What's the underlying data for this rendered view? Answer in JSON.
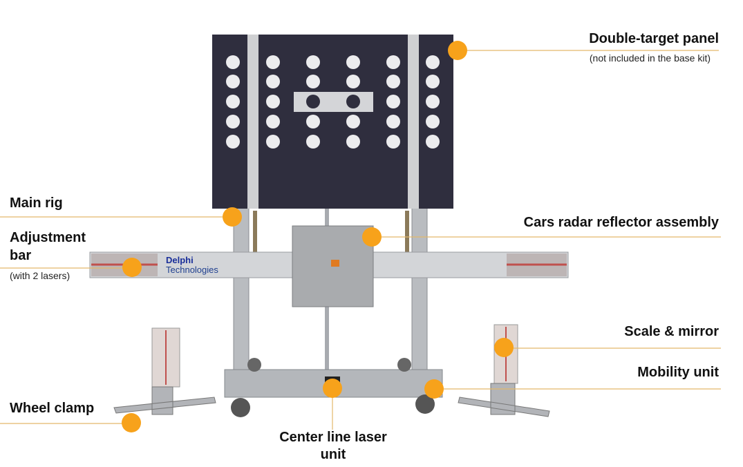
{
  "colors": {
    "callout_dot": "#f7a21b",
    "leader_line": "#e3b86a",
    "panel": "#2f2e3e"
  },
  "brand": {
    "line1": "Delphi",
    "line2": "Technologies"
  },
  "callouts": {
    "double_target_panel": {
      "title": "Double-target panel",
      "note": "(not included in the base kit)"
    },
    "main_rig": {
      "title": "Main rig"
    },
    "adjustment_bar": {
      "title_line1": "Adjustment",
      "title_line2": "bar",
      "note": "(with 2 lasers)"
    },
    "radar_reflector": {
      "title": "Cars radar reflector assembly"
    },
    "scale_mirror": {
      "title": "Scale & mirror"
    },
    "mobility_unit": {
      "title": "Mobility unit"
    },
    "wheel_clamp": {
      "title": "Wheel clamp"
    },
    "center_line_laser": {
      "title_line1": "Center line laser",
      "title_line2": "unit"
    }
  }
}
